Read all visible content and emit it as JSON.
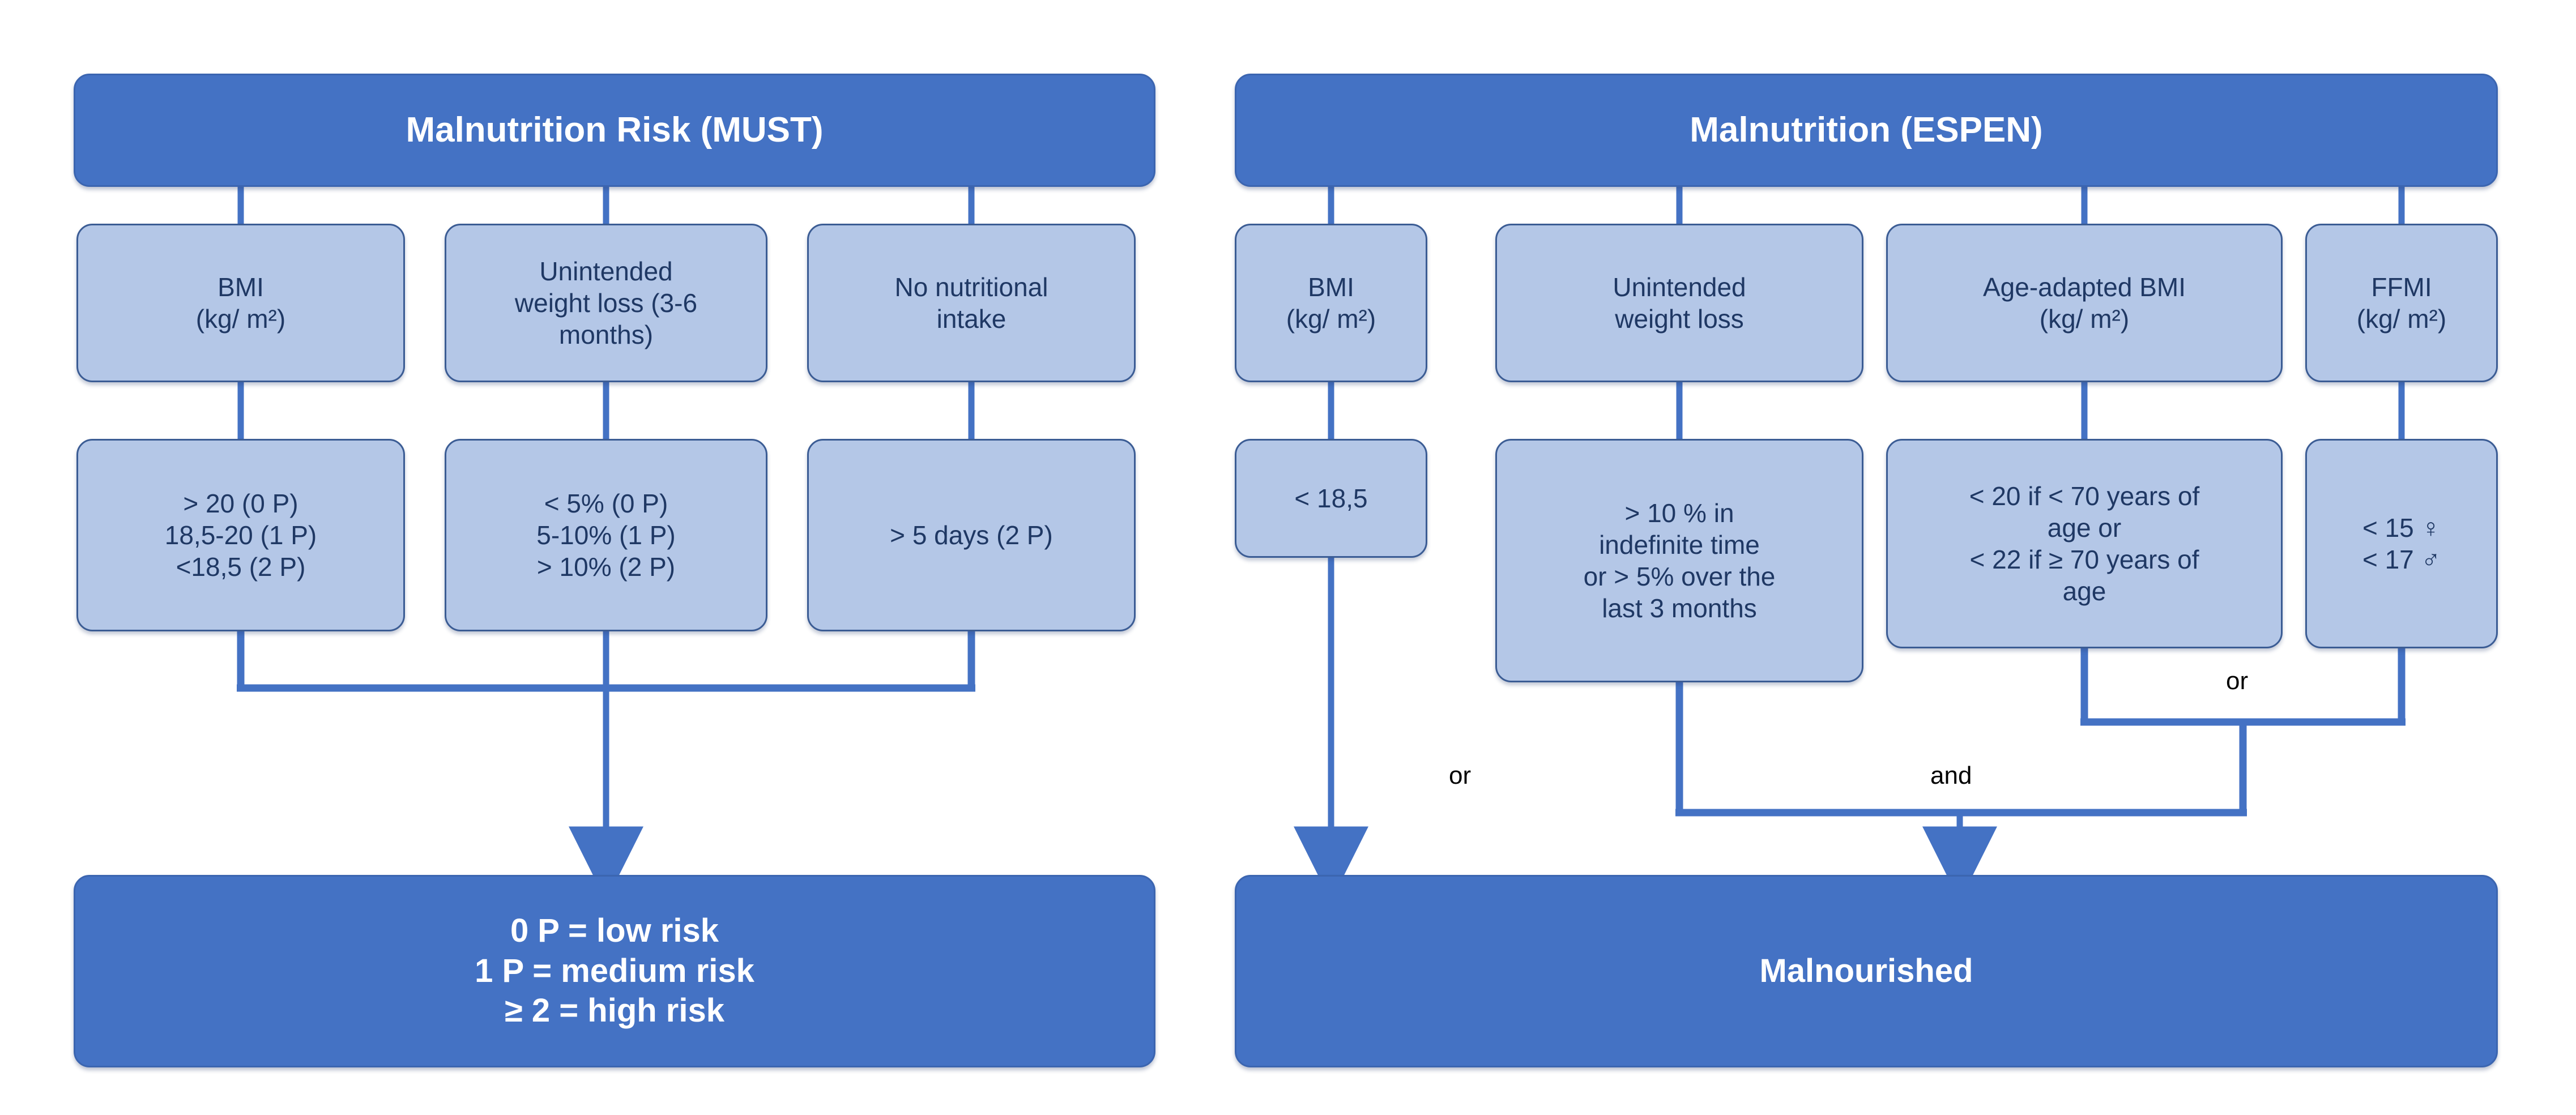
{
  "diagram": {
    "title": "Malnutrition Risk (MUST) and Malnutrition (ESPEN) criteria flowchart",
    "colors": {
      "header_fill": "#4472C4",
      "criteria_fill": "#B4C7E7",
      "border": "#3b5c94",
      "connector": "#4472C4",
      "header_text": "#FFFFFF",
      "criteria_text": "#1F3864",
      "label_text": "#000000",
      "background": "#FFFFFF"
    }
  },
  "must": {
    "header": "Malnutrition Risk (MUST)",
    "parameters": [
      {
        "label": "BMI\n(kg/ m²)"
      },
      {
        "label": "Unintended\nweight loss (3-6\nmonths)"
      },
      {
        "label": "No nutritional\nintake"
      }
    ],
    "criteria": [
      {
        "label": "> 20 (0 P)\n18,5-20 (1 P)\n<18,5 (2 P)"
      },
      {
        "label": "< 5% (0 P)\n5-10% (1 P)\n> 10% (2 P)"
      },
      {
        "label": "> 5 days (2 P)"
      }
    ],
    "result": "0 P = low risk\n1 P = medium risk\n≥ 2 = high risk"
  },
  "espen": {
    "header": "Malnutrition (ESPEN)",
    "parameters": [
      {
        "label": "BMI\n(kg/ m²)"
      },
      {
        "label": "Unintended\nweight loss"
      },
      {
        "label": "Age-adapted BMI\n(kg/ m²)"
      },
      {
        "label": "FFMI\n(kg/ m²)"
      }
    ],
    "criteria": [
      {
        "label": "< 18,5"
      },
      {
        "label": "> 10 % in\nindefinite time\nor > 5% over the\nlast 3 months"
      },
      {
        "label": "< 20 if  < 70 years of\nage or\n< 22 if ≥ 70 years of\nage"
      },
      {
        "label": "< 15 ♀\n< 17 ♂"
      }
    ],
    "connector_labels": {
      "or_left": "or",
      "and_middle": "and",
      "or_right": "or"
    },
    "result": "Malnourished"
  }
}
